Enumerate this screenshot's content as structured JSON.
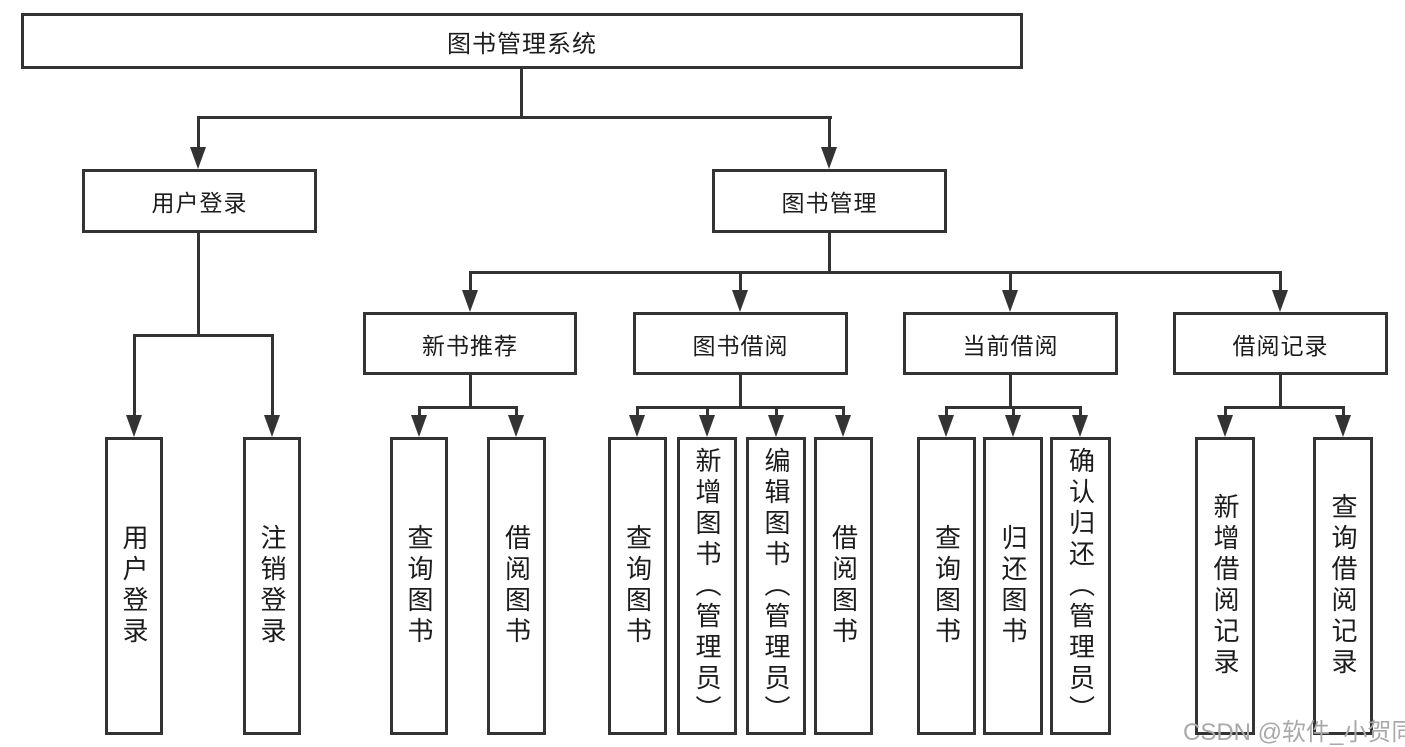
{
  "diagram_title": "图书管理系统",
  "nodes": {
    "root": "图书管理系统",
    "user_login": "用户登录",
    "book_mgmt": "图书管理",
    "new_books": "新书推荐",
    "book_borrow": "图书借阅",
    "current_borrow": "当前借阅",
    "borrow_records": "借阅记录",
    "user_login_leaf": "用户登录",
    "logout_leaf": "注销登录",
    "nb_query": "查询图书",
    "nb_borrow": "借阅图书",
    "bb_query": "查询图书",
    "bb_add": "新增图书（管理员）",
    "bb_edit": "编辑图书（管理员）",
    "bb_borrow": "借阅图书",
    "cb_query": "查询图书",
    "cb_return": "归还图书",
    "cb_confirm": "确认归还（管理员）",
    "br_add": "新增借阅记录",
    "br_query": "查询借阅记录"
  },
  "hierarchy": {
    "root": [
      "user_login",
      "book_mgmt"
    ],
    "user_login": [
      "user_login_leaf",
      "logout_leaf"
    ],
    "book_mgmt": [
      "new_books",
      "book_borrow",
      "current_borrow",
      "borrow_records"
    ],
    "new_books": [
      "nb_query",
      "nb_borrow"
    ],
    "book_borrow": [
      "bb_query",
      "bb_add",
      "bb_edit",
      "bb_borrow"
    ],
    "current_borrow": [
      "cb_query",
      "cb_return",
      "cb_confirm"
    ],
    "borrow_records": [
      "br_add",
      "br_query"
    ]
  },
  "watermark": "CSDN @软件_小贺同学",
  "colors": {
    "line": "#333333",
    "text": "#1c1c1c",
    "watermark": "#a9a9a9",
    "background": "#ffffff"
  }
}
